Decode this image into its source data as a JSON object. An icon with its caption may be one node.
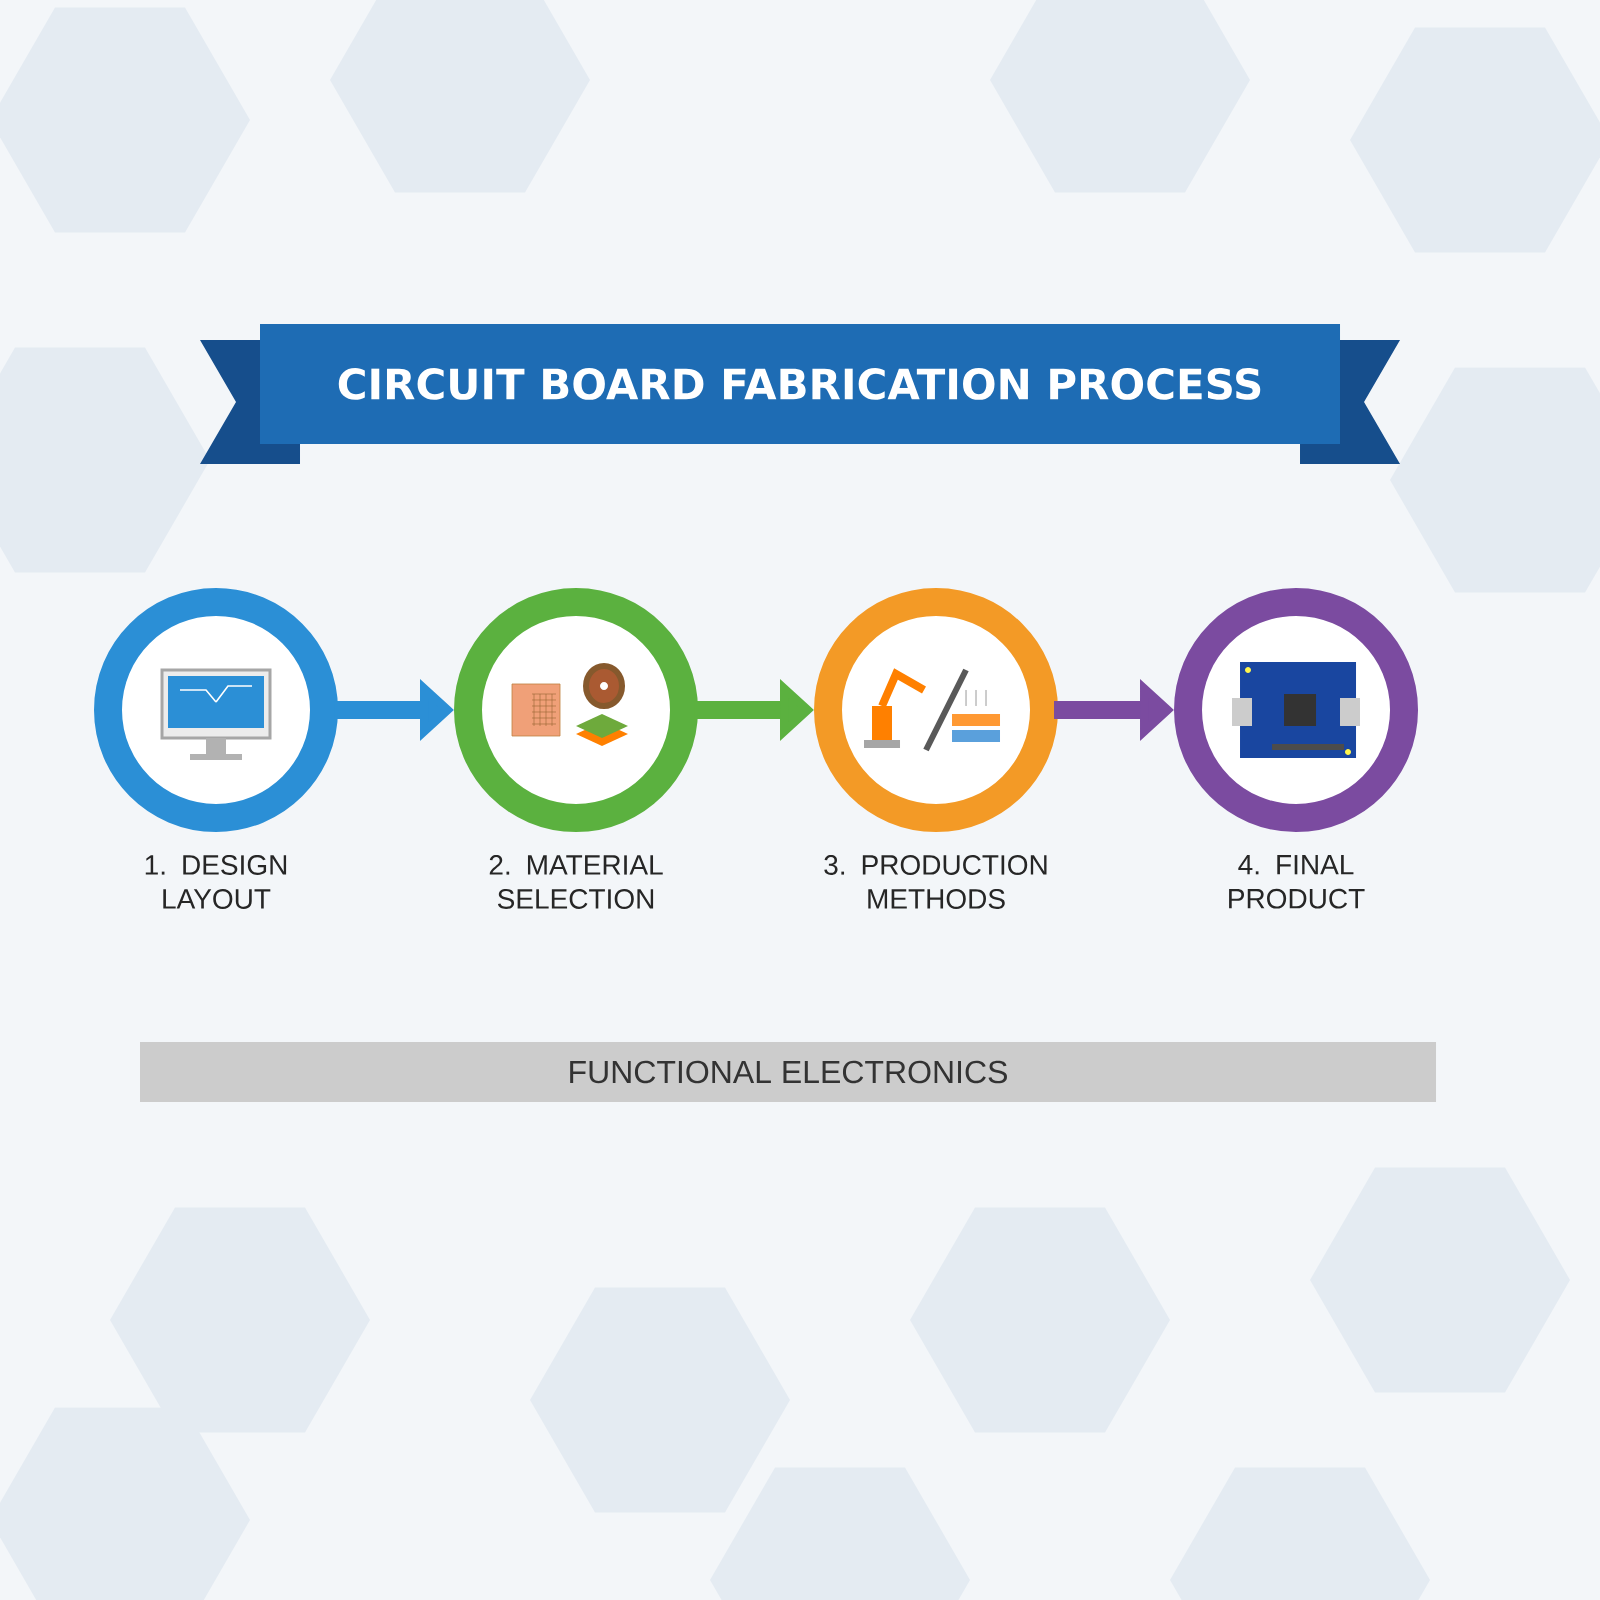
{
  "diagram": {
    "title": "CIRCUIT BOARD FABRICATION PROCESS",
    "nodes": [
      {
        "text": [
          "1. DESIGN LAYOUT"
        ]
      },
      {
        "text": [
          "2. MATERIAL SELECTION"
        ]
      },
      {
        "text": [
          "3. PRODUCTION METHODS"
        ]
      },
      {
        "text": [
          "4. FINAL PRODUCT"
        ]
      },
      {
        "text": [
          "FUNCTIONAL ELECTRONICS"
        ]
      }
    ],
    "edges": [
      {
        "from": 0,
        "to": 1,
        "arrow": "to",
        "color": "#2b8fd6"
      },
      {
        "from": 1,
        "to": 2,
        "arrow": "to",
        "color": "#5bb13f"
      },
      {
        "from": 2,
        "to": 3,
        "arrow": "to",
        "color": "#7b4ba0"
      }
    ]
  }
}
